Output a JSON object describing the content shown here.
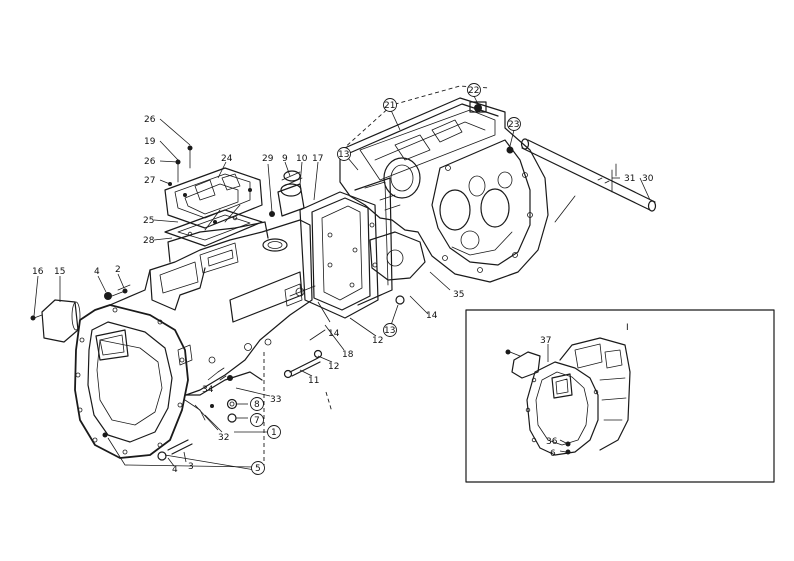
{
  "diagram": {
    "colors": {
      "ink": "#1a1a1a",
      "paper": "#ffffff"
    },
    "callouts": [
      {
        "id": "c26a",
        "text": "26"
      },
      {
        "id": "c19",
        "text": "19"
      },
      {
        "id": "c26b",
        "text": "26"
      },
      {
        "id": "c27",
        "text": "27"
      },
      {
        "id": "c24",
        "text": "24"
      },
      {
        "id": "c25",
        "text": "25"
      },
      {
        "id": "c28",
        "text": "28"
      },
      {
        "id": "c29",
        "text": "29"
      },
      {
        "id": "c9",
        "text": "9"
      },
      {
        "id": "c10",
        "text": "10"
      },
      {
        "id": "c17",
        "text": "17"
      },
      {
        "id": "c21",
        "text": "21"
      },
      {
        "id": "c22",
        "text": "22"
      },
      {
        "id": "c23",
        "text": "23"
      },
      {
        "id": "c13a",
        "text": "13"
      },
      {
        "id": "c31",
        "text": "31"
      },
      {
        "id": "c30",
        "text": "30"
      },
      {
        "id": "c16",
        "text": "16"
      },
      {
        "id": "c15",
        "text": "15"
      },
      {
        "id": "c4a",
        "text": "4"
      },
      {
        "id": "c2",
        "text": "2"
      },
      {
        "id": "c35",
        "text": "35"
      },
      {
        "id": "c14a",
        "text": "14"
      },
      {
        "id": "c13b",
        "text": "13"
      },
      {
        "id": "c12a",
        "text": "12"
      },
      {
        "id": "c14b",
        "text": "14"
      },
      {
        "id": "c18",
        "text": "18"
      },
      {
        "id": "c12b",
        "text": "12"
      },
      {
        "id": "c11",
        "text": "11"
      },
      {
        "id": "c34",
        "text": "34"
      },
      {
        "id": "c33",
        "text": "33"
      },
      {
        "id": "c8",
        "text": "8"
      },
      {
        "id": "c7",
        "text": "7"
      },
      {
        "id": "c32",
        "text": "32"
      },
      {
        "id": "c1",
        "text": "1"
      },
      {
        "id": "c4b",
        "text": "4"
      },
      {
        "id": "c3",
        "text": "3"
      },
      {
        "id": "c5",
        "text": "5"
      },
      {
        "id": "c37",
        "text": "37"
      },
      {
        "id": "c36",
        "text": "36"
      },
      {
        "id": "c6",
        "text": "6"
      },
      {
        "id": "cI",
        "text": "I"
      }
    ]
  }
}
